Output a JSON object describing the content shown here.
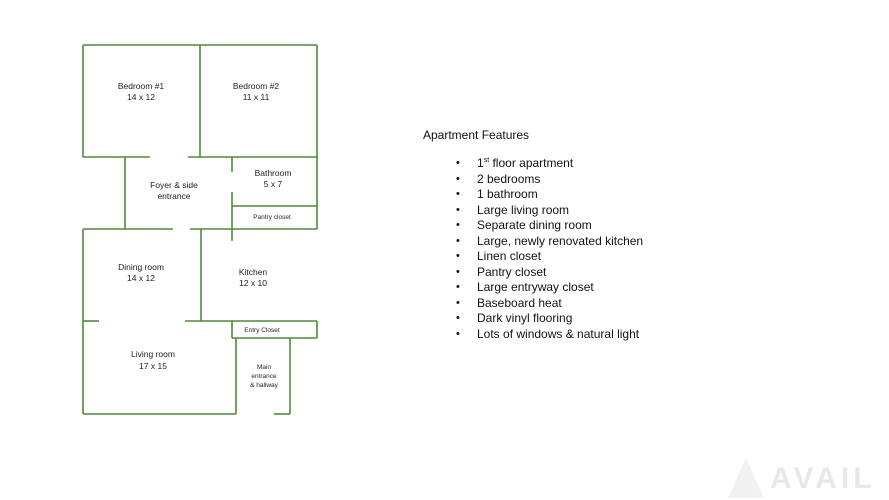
{
  "floorplan": {
    "rooms": {
      "bedroom1": {
        "name": "Bedroom #1",
        "size": "14 x 12"
      },
      "bedroom2": {
        "name": "Bedroom #2",
        "size": "11 x 11"
      },
      "foyer": {
        "line1": "Foyer & side",
        "line2": "entrance"
      },
      "bathroom": {
        "name": "Bathroom",
        "size": "5 x 7"
      },
      "pantry": {
        "name": "Pantry closet"
      },
      "dining": {
        "name": "Dining room",
        "size": "14 x 12"
      },
      "kitchen": {
        "name": "Kitchen",
        "size": "12 x 10"
      },
      "entry_closet": {
        "name": "Entry Closet"
      },
      "living": {
        "name": "Living room",
        "size": "17 x 15"
      },
      "main_entrance": {
        "line1": "Main",
        "line2": "entrance",
        "line3": "& hallway"
      }
    },
    "wall_color": "#4f8a3c"
  },
  "features": {
    "title": "Apartment Features",
    "items": [
      {
        "pre": "1",
        "sup": "st",
        "post": " floor apartment"
      },
      {
        "pre": "2 bedrooms",
        "sup": "",
        "post": ""
      },
      {
        "pre": "1 bathroom",
        "sup": "",
        "post": ""
      },
      {
        "pre": "Large living room",
        "sup": "",
        "post": ""
      },
      {
        "pre": "Separate dining room",
        "sup": "",
        "post": ""
      },
      {
        "pre": "Large, newly renovated kitchen",
        "sup": "",
        "post": ""
      },
      {
        "pre": "Linen closet",
        "sup": "",
        "post": ""
      },
      {
        "pre": "Pantry closet",
        "sup": "",
        "post": ""
      },
      {
        "pre": "Large entryway closet",
        "sup": "",
        "post": ""
      },
      {
        "pre": "Baseboard heat",
        "sup": "",
        "post": ""
      },
      {
        "pre": "Dark vinyl flooring",
        "sup": "",
        "post": ""
      },
      {
        "pre": "Lots of windows & natural light",
        "sup": "",
        "post": ""
      }
    ],
    "bullet": "•"
  },
  "watermark": {
    "text": "AVAIL",
    "logo_icon": "avail-triangle-icon"
  }
}
